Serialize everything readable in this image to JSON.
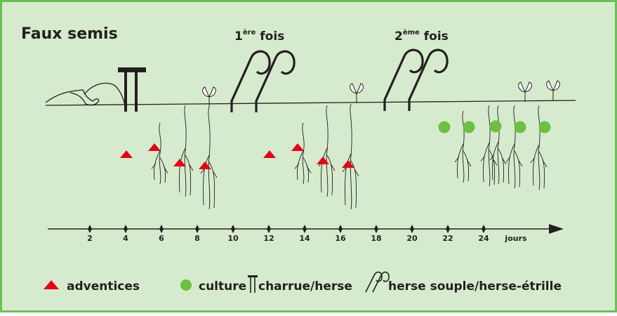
{
  "title": "Faux semis",
  "passes": [
    {
      "base": "1",
      "sup": "ère",
      "rest": " fois"
    },
    {
      "base": "2",
      "sup": "ème",
      "rest": " fois"
    }
  ],
  "axis": {
    "ticks": [
      "2",
      "4",
      "6",
      "8",
      "10",
      "12",
      "14",
      "16",
      "18",
      "20",
      "22",
      "24"
    ],
    "unit": "jours"
  },
  "legend": {
    "weeds": "adventices",
    "crop": "culture",
    "plough": "charrue/herse",
    "harrow": "herse souple/herse-étrille"
  },
  "colors": {
    "background": "#d6ebcd",
    "border": "#6bbf58",
    "weed": "#e30613",
    "crop": "#6dbf44",
    "ink": "#231f20"
  },
  "icons": {
    "weed": "red-triangle",
    "crop": "green-circle",
    "plough": "pi-shaped-plough",
    "harrow": "double-tine-harrow",
    "sprout": "two-leaf-sprout"
  }
}
